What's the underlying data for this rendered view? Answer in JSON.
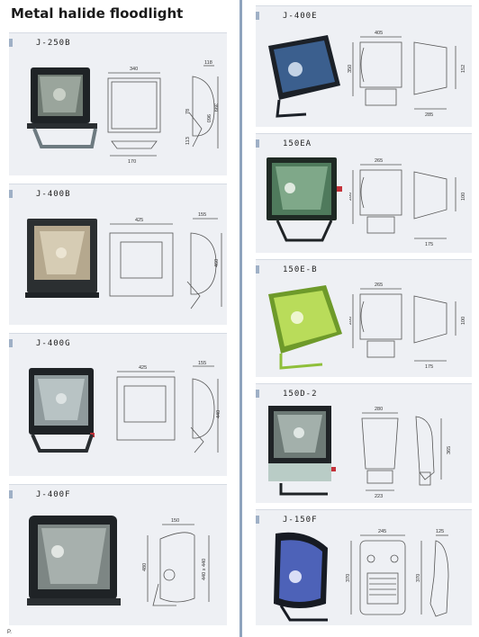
{
  "page": {
    "title": "Metal halide floodlight",
    "footer_mark": "P."
  },
  "left_column": [
    {
      "model": "J-250B",
      "dims": [
        "340",
        "118",
        "960",
        "399",
        "78",
        "113",
        "170"
      ]
    },
    {
      "model": "J-400B",
      "dims": [
        "425",
        "155",
        "460"
      ]
    },
    {
      "model": "J-400G",
      "dims": [
        "425",
        "155",
        "440"
      ]
    },
    {
      "model": "J-400F",
      "dims": [
        "150",
        "480",
        "440 x 440"
      ]
    }
  ],
  "right_column": [
    {
      "model": "J-400E",
      "dims": [
        "405",
        "350",
        "152",
        "285"
      ]
    },
    {
      "model": "150EA",
      "dims": [
        "265",
        "200",
        "100",
        "175"
      ]
    },
    {
      "model": "150E-B",
      "dims": [
        "265",
        "200",
        "100",
        "175"
      ]
    },
    {
      "model": "150D-2",
      "dims": [
        "280",
        "365",
        "223"
      ]
    },
    {
      "model": "J-150F",
      "dims": [
        "245",
        "125",
        "370",
        "370"
      ]
    }
  ],
  "colors": {
    "card_bg": "#eef0f4",
    "divider": "#8ea3bd",
    "housing_dark": "#1f2326",
    "housing_green": "#8fbf3a"
  }
}
